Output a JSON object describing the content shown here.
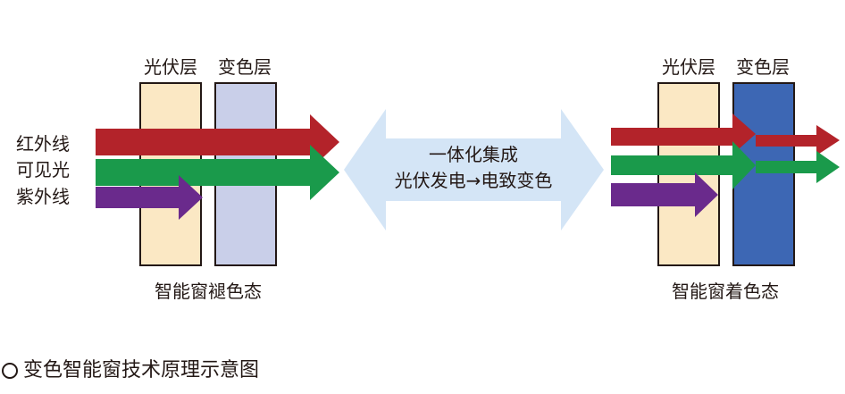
{
  "left_panel": {
    "layer_labels": [
      "光伏层",
      "变色层"
    ],
    "light_labels": [
      "红外线",
      "可见光",
      "紫外线"
    ],
    "state_label": "智能窗褪色态"
  },
  "center": {
    "line1": "一体化集成",
    "line2": "光伏发电→电致变色"
  },
  "right_panel": {
    "layer_labels": [
      "光伏层",
      "变色层"
    ],
    "state_label": "智能窗着色态"
  },
  "caption": "变色智能窗技术原理示意图",
  "colors": {
    "pv_layer": "#fbe8c4",
    "ec_layer_faded": "#c9cfe9",
    "ec_layer_colored": "#3d67b4",
    "infrared": "#b3232a",
    "visible": "#1a9a4b",
    "ultraviolet": "#6a2a8c",
    "double_arrow": "#d4e5f6"
  }
}
